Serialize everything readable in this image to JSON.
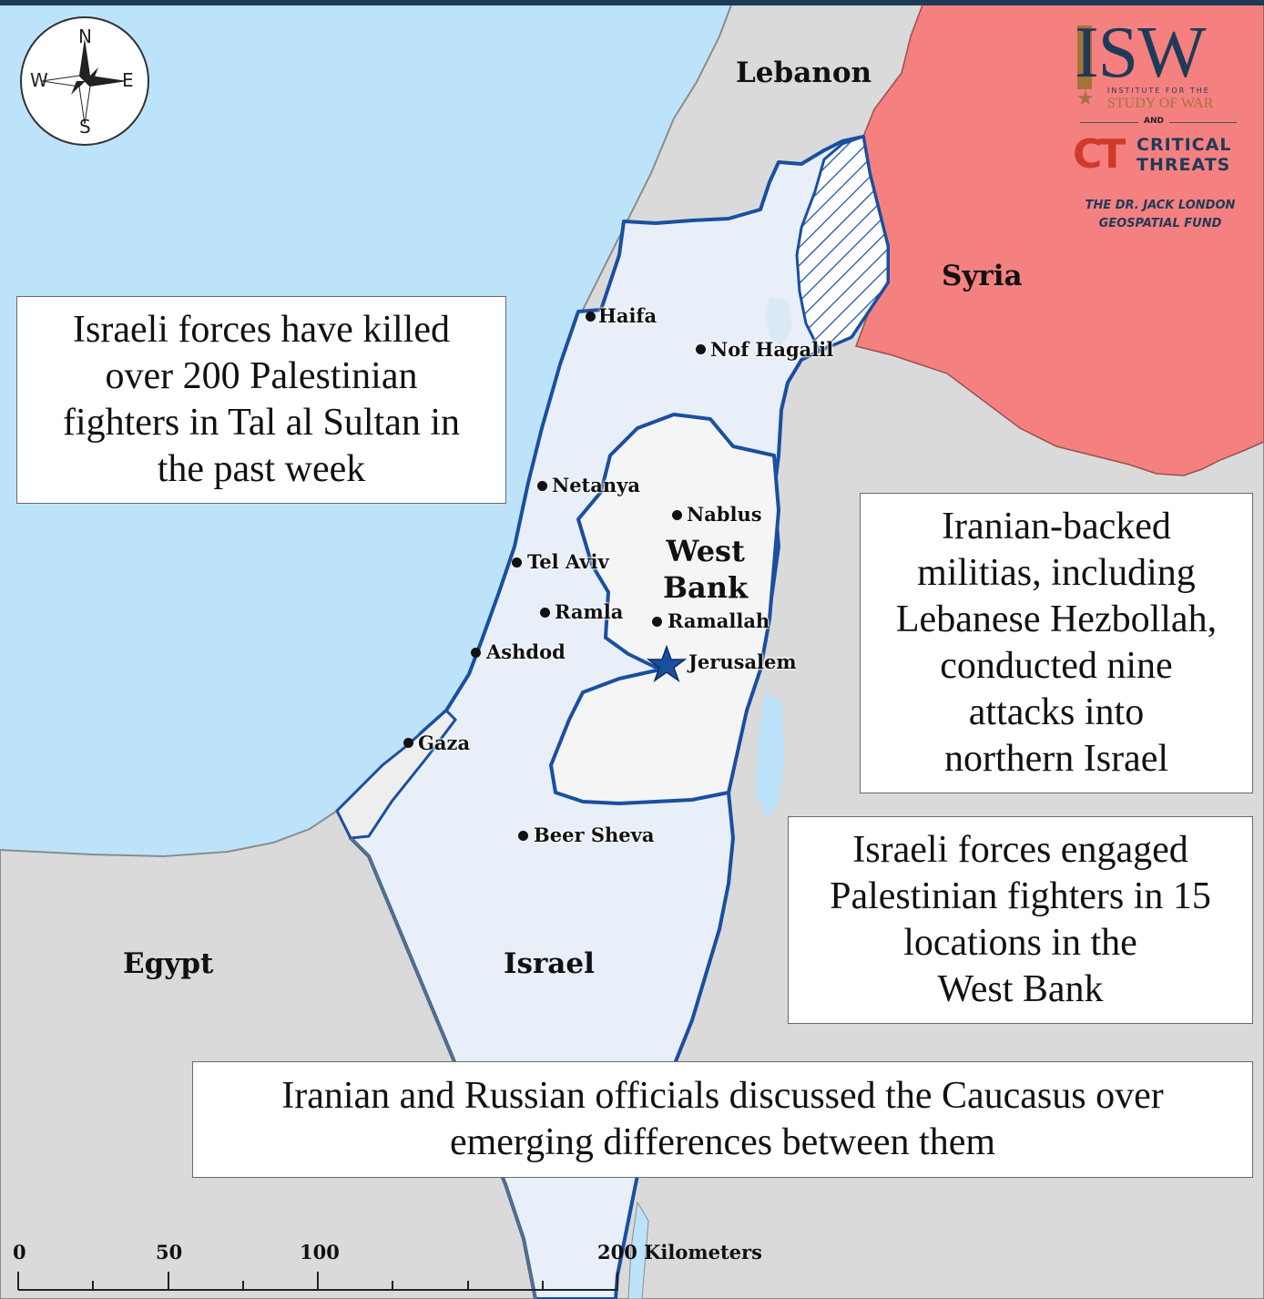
{
  "map": {
    "countries": {
      "lebanon": "Lebanon",
      "syria": "Syria",
      "egypt": "Egypt",
      "israel": "Israel",
      "west_bank": [
        "West",
        "Bank"
      ]
    },
    "cities": {
      "haifa": "Haifa",
      "nof_hagalil": "Nof Hagalil",
      "netanya": "Netanya",
      "nablus": "Nablus",
      "tel_aviv": "Tel Aviv",
      "ramla": "Ramla",
      "ramallah": "Ramallah",
      "ashdod": "Ashdod",
      "jerusalem": "Jerusalem",
      "gaza": "Gaza",
      "beer_sheva": "Beer Sheva"
    },
    "compass": {
      "n": "N",
      "s": "S",
      "e": "E",
      "w": "W"
    },
    "scale_bar": {
      "labels": [
        "0",
        "50",
        "100",
        "200 Kilometers"
      ]
    },
    "colors": {
      "sea": "#bde3fb",
      "neighbor_land": "#dadada",
      "syria": "#f48080",
      "israel": "#e8eff8",
      "west_bank": "#f5f5f5",
      "border": "#1a4fa0"
    }
  },
  "callouts": {
    "tal_al_sultan": [
      "Israeli forces have killed",
      "over 200 Palestinian",
      "fighters in Tal al Sultan in",
      "the past week"
    ],
    "hezbollah": [
      "Iranian-backed",
      "militias, including",
      "Lebanese Hezbollah,",
      "conducted nine",
      "attacks into",
      "northern Israel"
    ],
    "west_bank_clashes": [
      "Israeli forces engaged",
      "Palestinian fighters in 15",
      "locations in the",
      "West Bank"
    ],
    "caucasus": [
      "Iranian and Russian officials discussed the Caucasus over",
      "emerging differences between them"
    ]
  },
  "logo": {
    "isw": "ISW",
    "isw_line1": "INSTITUTE FOR THE",
    "isw_line2": "STUDY OF WAR",
    "and": "AND",
    "ct_mark": "CT",
    "ct_line1": "CRITICAL",
    "ct_line2": "THREATS",
    "fund_line1": "THE DR. JACK LONDON",
    "fund_line2": "GEOSPATIAL FUND"
  }
}
